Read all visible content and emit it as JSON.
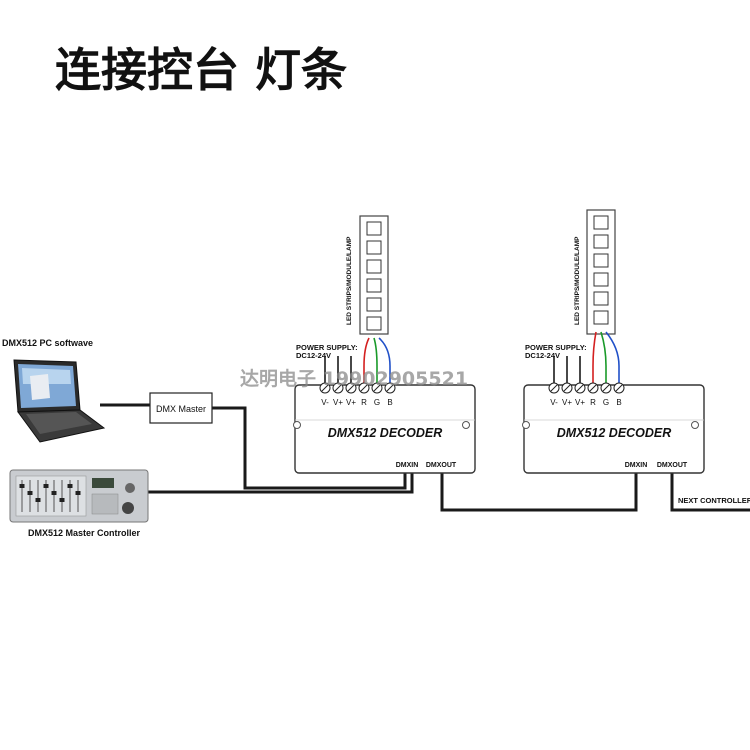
{
  "title": "连接控台 灯条",
  "watermark": "达明电子 19902905521",
  "pc": {
    "label": "DMX512  PC  softwave"
  },
  "dmx_master": {
    "label": "DMX Master"
  },
  "master_controller": {
    "label": "DMX512 Master Controller"
  },
  "decoders": [
    {
      "name": "DMX512 DECODER",
      "power_label_1": "POWER SUPPLY:",
      "power_label_2": "DC12-24V",
      "led_label": "LED STRIPS/MODULE/LAMP",
      "terminals": [
        "V-",
        "V+",
        "V+",
        "R",
        "G",
        "B"
      ],
      "dmxin": "DMXIN",
      "dmxout": "DMXOUT"
    },
    {
      "name": "DMX512 DECODER",
      "power_label_1": "POWER SUPPLY:",
      "power_label_2": "DC12-24V",
      "led_label": "LED STRIPS/MODULE/LAMP",
      "terminals": [
        "V-",
        "V+",
        "V+",
        "R",
        "G",
        "B"
      ],
      "dmxin": "DMXIN",
      "dmxout": "DMXOUT"
    }
  ],
  "next_controller": "NEXT CONTROLLER",
  "colors": {
    "red": "#d42020",
    "green": "#1a9a2a",
    "blue": "#2050c8",
    "wire": "#1a1a1a"
  }
}
